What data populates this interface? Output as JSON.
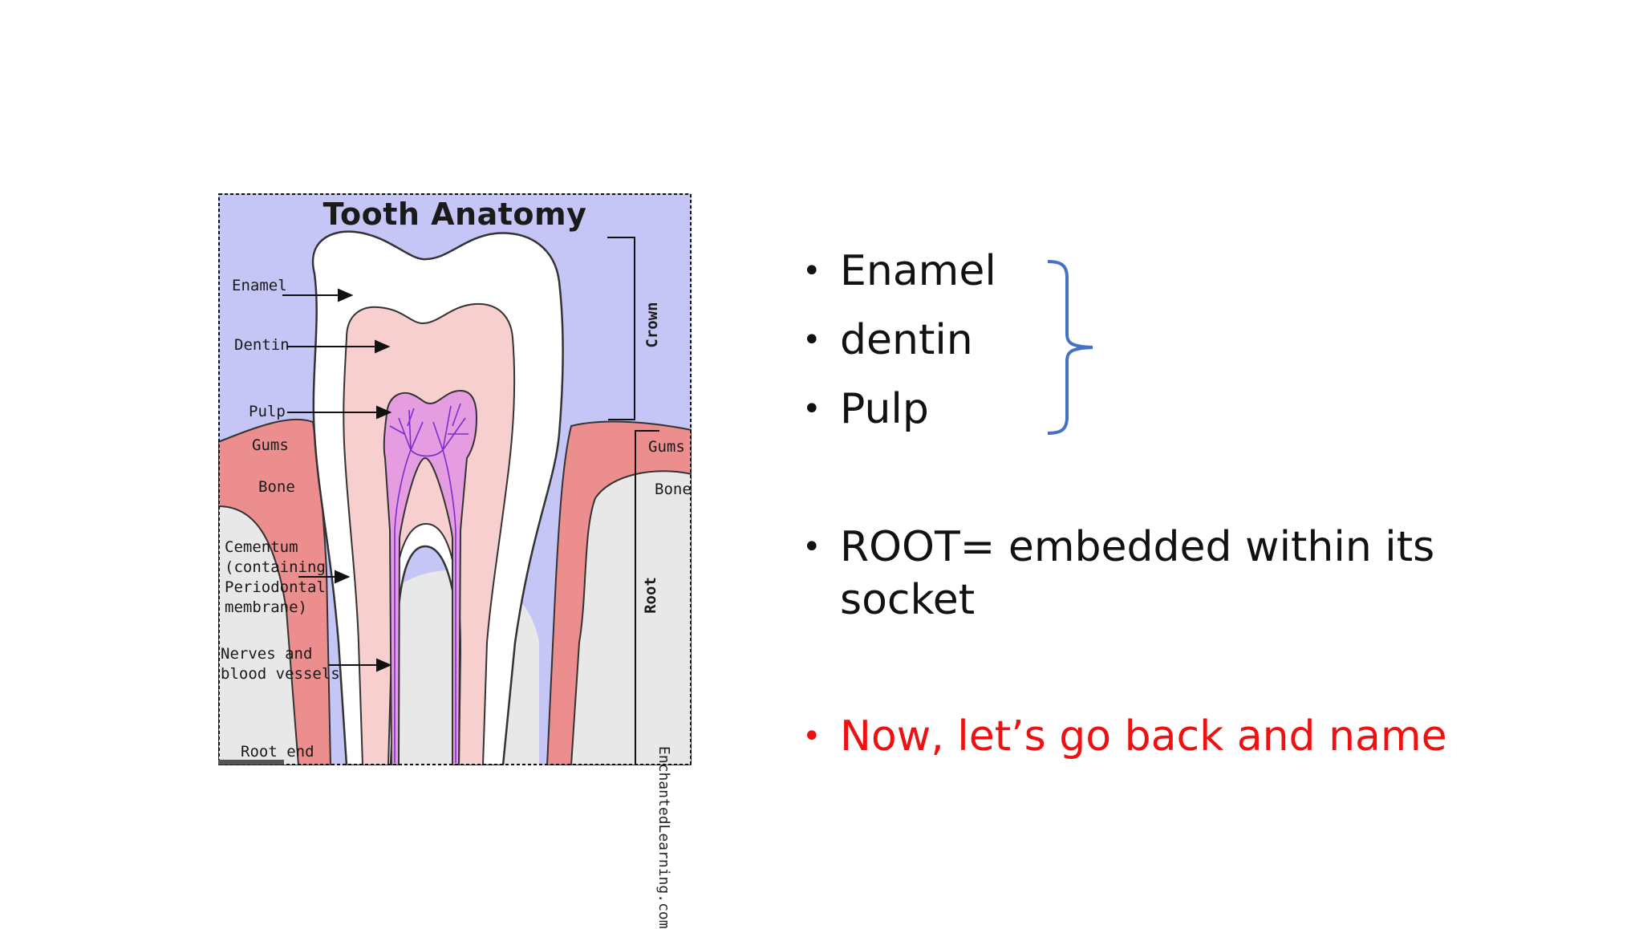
{
  "figure": {
    "title": "Tooth Anatomy",
    "labels": {
      "enamel": "Enamel",
      "dentin": "Dentin",
      "pulp": "Pulp",
      "gums_left": "Gums",
      "gums_right": "Gums",
      "bone_left": "Bone",
      "bone_right": "Bone",
      "cementum": "Cementum\n(containing\nPeriodontal\nmembrane)",
      "nerves": "Nerves and\nblood vessels",
      "root_end": "Root end",
      "crown": "Crown",
      "root": "Root"
    },
    "watermark": "EnchantedLearning.com",
    "colors": {
      "sky": "#c6c6f6",
      "enamel": "#ffffff",
      "dentin": "#f7cfcf",
      "pulp": "#e59ce0",
      "gum": "#ec8e8e",
      "bone": "#e8e8e8",
      "nerve": "#7a2fd0"
    }
  },
  "bullets": [
    {
      "text": "Enamel",
      "color": "#111111"
    },
    {
      "text": "dentin",
      "color": "#111111"
    },
    {
      "text": "Pulp",
      "color": "#111111"
    },
    {
      "text": "ROOT= embedded within its\nsocket",
      "color": "#111111"
    },
    {
      "text": "Now, let’s go back and name",
      "color": "#ee1111"
    }
  ],
  "bullet_symbol": "•",
  "brace_color": "#4472c4"
}
